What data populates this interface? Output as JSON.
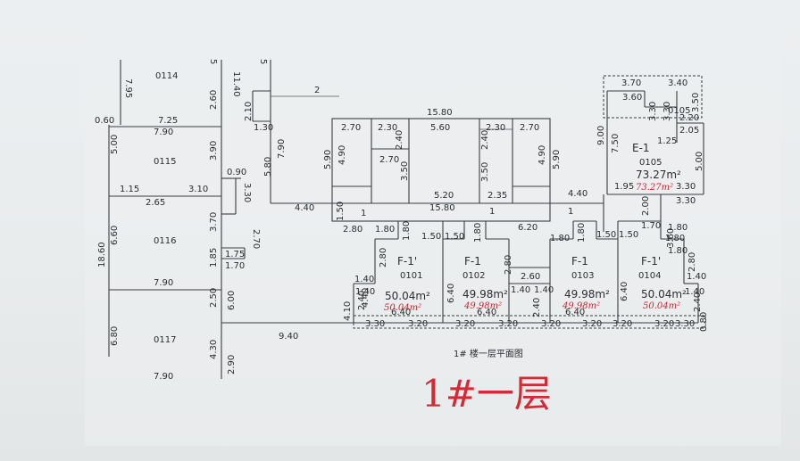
{
  "diagram": {
    "caption": "1#   楼一层平面图",
    "handwritten_title": "1#一层",
    "units": [
      {
        "room": "0114"
      },
      {
        "room": "0115"
      },
      {
        "room": "0116"
      },
      {
        "room": "0117"
      },
      {
        "type": "F-1'",
        "room": "0101",
        "area": "50.04m²",
        "handwritten": "50.04m²"
      },
      {
        "type": "F-1",
        "room": "0102",
        "area": "49.98m²",
        "handwritten": "49.98m²"
      },
      {
        "type": "F-1",
        "room": "0103",
        "area": "49.98m²",
        "handwritten": "49.98m²"
      },
      {
        "type": "F-1'",
        "room": "0104",
        "area": "50.04m²",
        "handwritten": "50.04m²"
      },
      {
        "type": "E-1",
        "room": "0105",
        "area": "73.27m²",
        "handwritten": "73.27m²",
        "room2": "0105"
      }
    ],
    "dimensions": {
      "left": [
        "7.95",
        "0.60",
        "7.25",
        "7.90",
        "5.00",
        "1.15",
        "3.10",
        "2.65",
        "6.60",
        "18.60",
        "7.90",
        "6.80",
        "7.90"
      ],
      "left_col": [
        "5",
        "11.40",
        "2.60",
        "3.90",
        "0.90",
        "3.30",
        "3.70",
        "2.70",
        "1.75",
        "1.85",
        "1.70",
        "2.50",
        "6.00",
        "4.30",
        "2.90",
        "9.40"
      ],
      "mid": [
        "5",
        "2",
        "2.10",
        "1.30",
        "7.90",
        "5.80",
        "4.40"
      ],
      "top_block": [
        "15.80",
        "2.70",
        "2.30",
        "5.60",
        "2.30",
        "2.70",
        "4.90",
        "2.40",
        "2.70",
        "3.50",
        "2.40",
        "3.50",
        "4.90",
        "5.90",
        "5.90",
        "5.20",
        "2.35",
        "4.40",
        "1.50",
        "1",
        "15.80",
        "1",
        "1"
      ],
      "row": [
        "2.80",
        "1.80",
        "1.80",
        "1.50",
        "1.50",
        "1.80",
        "6.20",
        "1.80",
        "1.80",
        "1.50",
        "1.50",
        "1.80",
        "4.40",
        "2.80",
        "2.80",
        "1.40",
        "1.40",
        "2.60",
        "1.40",
        "1.40",
        "1.80",
        "2.80",
        "1.40",
        "1.40",
        "2.40",
        "2.40",
        "2.40",
        "6.40",
        "6.40",
        "6.40",
        "6.40",
        "6.40",
        "4.10"
      ],
      "bottom": [
        "3.30",
        "3.20",
        "3.20",
        "3.20",
        "3.20",
        "3.20",
        "3.20",
        "3.20",
        "3.30",
        "0.80"
      ],
      "right_block": [
        "3.70",
        "3.40",
        "3.60",
        "3.50",
        "3.30",
        "3.30",
        "2.20",
        "2.05",
        "1.25",
        "9.00",
        "7.50",
        "5.00",
        "1.95",
        "3.30",
        "2.00",
        "3.30",
        "1.70",
        "3.60",
        "1.80"
      ]
    }
  }
}
